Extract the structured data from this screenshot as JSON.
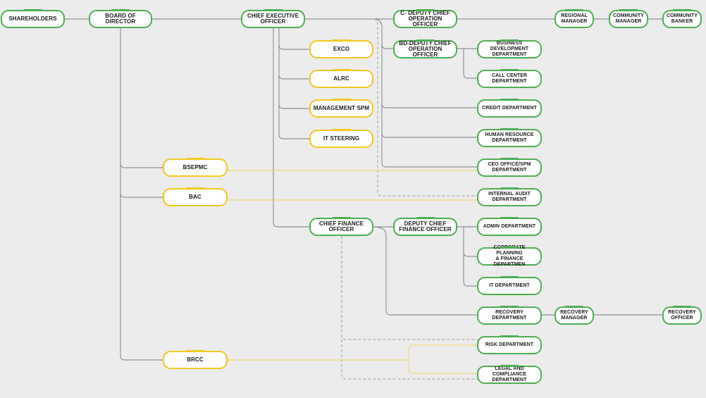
{
  "colors": {
    "background": "#ececec",
    "node_fill": "#ffffff",
    "green_border": "#4caf50",
    "yellow_border": "#f2c81e",
    "connector": "#777777",
    "dashed_connector": "#999999",
    "yellow_connector": "#f2d35a"
  },
  "nodes": {
    "shareholders": "SHAREHOLDERS",
    "board_of_director": "BOARD OF DIRECTOR",
    "ceo": "CHIEF EXECUTIVE\nOFFICER",
    "c_deputy_coo": "C- DEPUTY CHIEF\nOPERATION OFFICER",
    "regional_manager": "REGIONAL\nMANAGER",
    "community_manager": "COMMUNITY\nMANAGER",
    "community_banker": "COMMUNITY\nBANKER",
    "exco": "EXCO",
    "alrc": "ALRC",
    "management_spm": "MANAGEMENT SPM",
    "it_steering": "IT STEERING",
    "bd_deputy_coo": "BD-DEPUTY CHIEF\nOPERATION OFFICER",
    "business_development_dept": "BUSINESS DEVELOPMENT\nDEPARTMENT",
    "call_center_dept": "CALL CENTER\nDEPARTMENT",
    "credit_dept": "CREDIT DEPARTMENT",
    "human_resource_dept": "HUMAN RESOURCE\nDEPARTMENT",
    "bsepmc": "BSEPMC",
    "ceo_office_spm": "CEO OFFICE/SPM\nDEPARTMENT",
    "bac": "BAC",
    "internal_audit_dept": "INTERNAL AUDIT\nDEPARTMENT",
    "cfo": "CHIEF FINANCE\nOFFICER",
    "deputy_cfo": "DEPUTY CHIEF\nFINANCE OFFICER",
    "admin_dept": "ADMIN DEPARTMENT",
    "corporate_planning_dept": "CORPORATE PLANNING\n& FINANCE DEPARTMEN",
    "it_dept": "IT DEPARTMENT",
    "recovery_dept": "RECOVERY\nDEPARTMENT",
    "recovery_manager": "RECOVERY\nMANAGER",
    "recovery_officer": "RECOVERY\nOFFICER",
    "risk_dept": "RISK DEPARTMENT",
    "brcc": "BRCC",
    "legal_compliance_dept": "LEGAL AND COMPLIANCE\nDEPARTMENT"
  }
}
